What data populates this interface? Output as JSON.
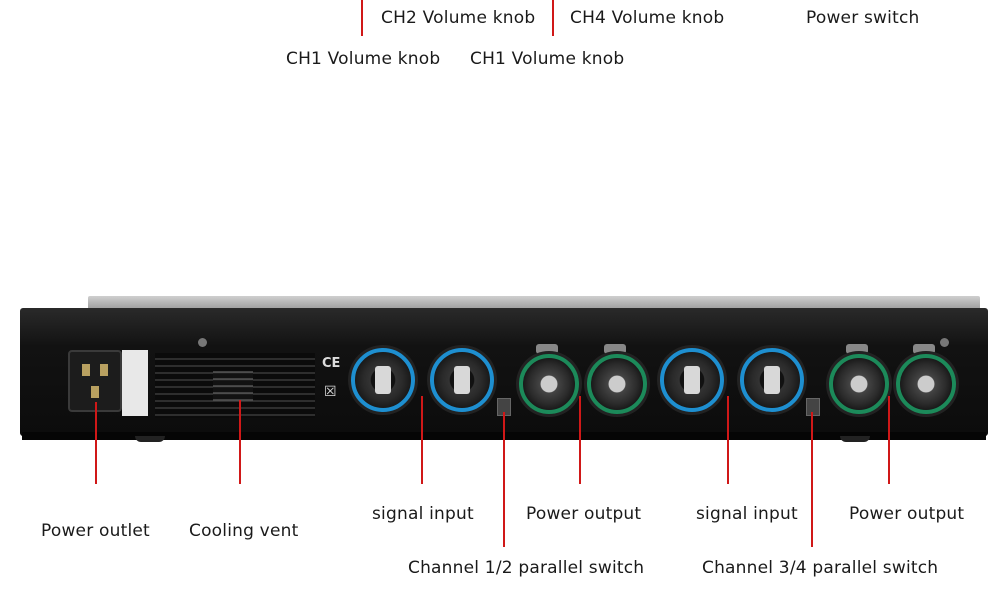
{
  "labels": {
    "ch2_volume_knob": "CH2 Volume knob",
    "ch4_volume_knob": "CH4 Volume knob",
    "power_switch": "Power switch",
    "ch1_volume_knob_a": "CH1 Volume knob",
    "ch1_volume_knob_b": "CH1 Volume knob",
    "power_outlet": "Power outlet",
    "cooling_vent": "Cooling vent",
    "signal_input_1": "signal input",
    "power_output_1": "Power output",
    "signal_input_2": "signal input",
    "power_output_2": "Power output",
    "channel_12_parallel_switch": "Channel 1/2 parallel switch",
    "channel_34_parallel_switch": "Channel 3/4 parallel switch"
  },
  "colors": {
    "leader_line": "#d01818",
    "speakon_ring": "#1e8fd0",
    "xlr_ring": "#1c8a5a"
  }
}
